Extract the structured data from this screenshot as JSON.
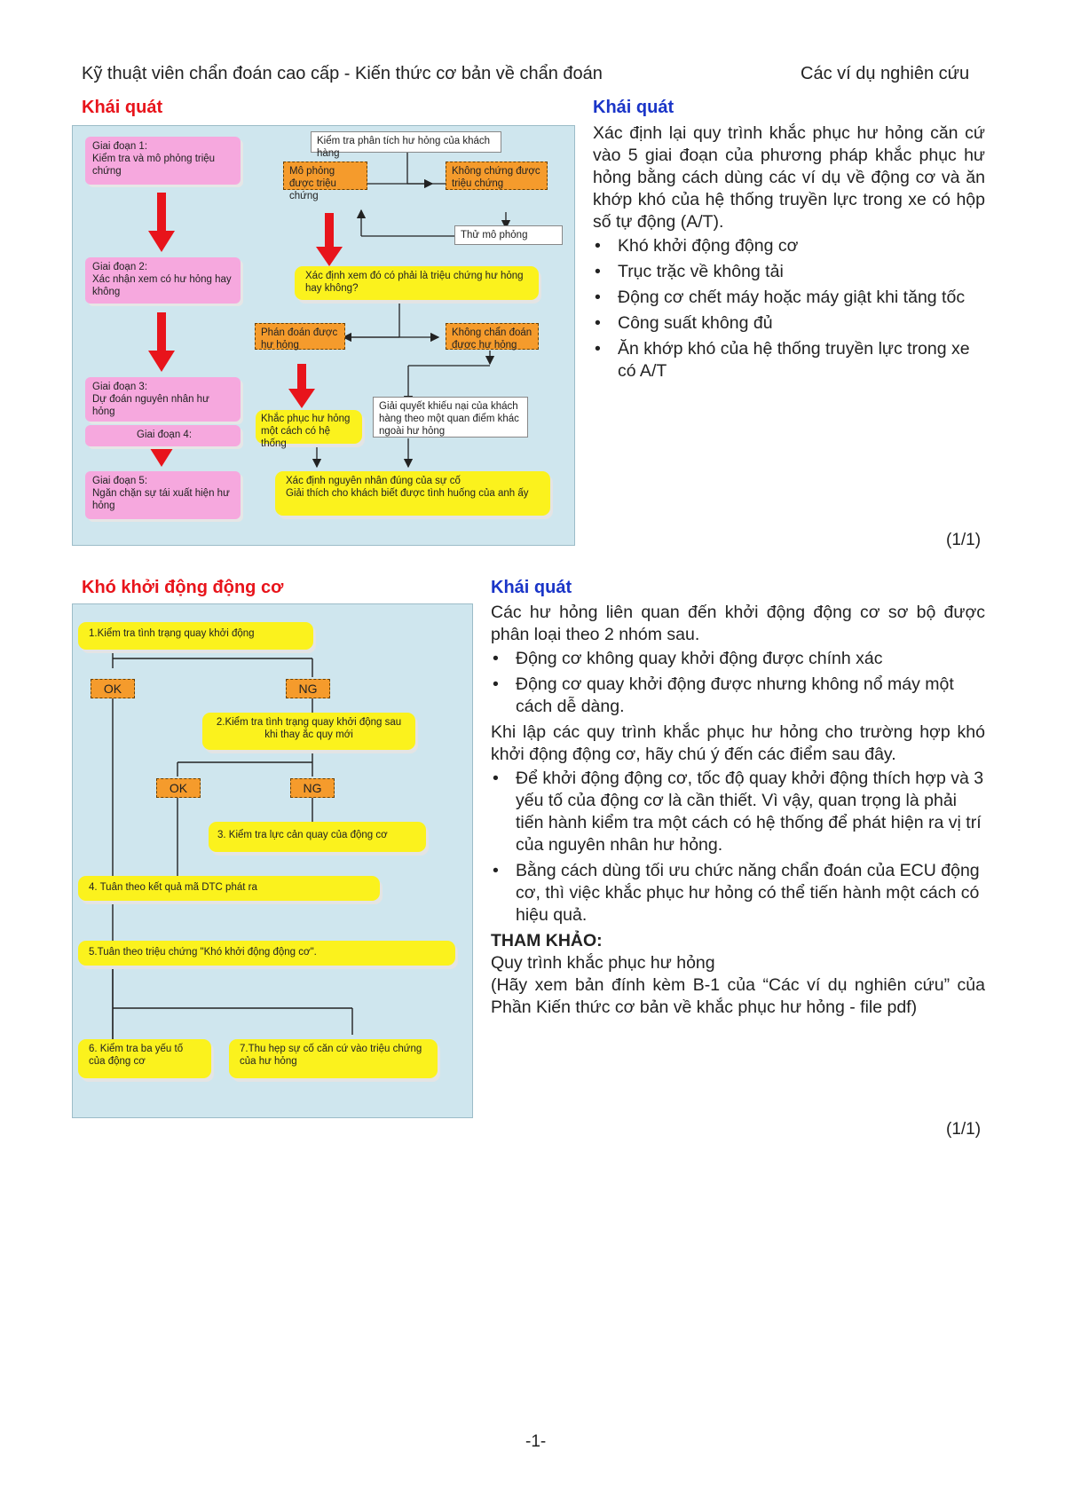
{
  "header": {
    "left": "Kỹ thuật viên chẩn đoán cao cấp -  Kiến thức cơ bản về chẩn đoán",
    "right": "Các ví dụ nghiên cứu"
  },
  "section1": {
    "left_title": "Khái quát",
    "right_title": "Khái quát",
    "intro": "Xác định lại quy trình khắc phục hư hỏng căn cứ vào 5 giai đoạn của phương pháp khắc phục hư hỏng bằng cách dùng các ví dụ về động cơ và ăn khớp khó của hệ thống truyền lực trong xe có hộp số tự động (A/T).",
    "bullets": [
      "Khó khởi động động cơ",
      "Trục trặc về không tải",
      "Động cơ chết máy hoặc máy giật khi tăng tốc",
      "Công suất không đủ",
      "Ăn khớp khó của hệ thống truyền lực trong xe có A/T"
    ],
    "page_note": "(1/1)",
    "diagram": {
      "stage1": "Giai đoạn 1:\nKiểm tra và mô phỏng triệu chứng",
      "stage2": "Giai đoạn 2:\nXác nhận xem có hư hỏng hay không",
      "stage3": "Giai đoạn 3:\nDự đoán nguyên nhân hư hỏng",
      "stage4": "Giai đoạn 4:",
      "stage5": "Giai đoạn 5:\nNgăn chặn sự tái xuất hiện hư hỏng",
      "check_complaint": "Kiểm tra phân tích hư hỏng của khách hàng",
      "simulated": "Mô phỏng được triệu chứng",
      "not_simulated": "Không chứng được triệu chứng",
      "try_simulate": "Thử mô phỏng",
      "confirm_symptom": "Xác định xem đó có phải là triệu chứng hư hỏng hay không?",
      "diagnosed": "Phán đoán được hư hỏng",
      "not_diagnosed": "Không chẩn đoán được hư hỏng",
      "repair_system": "Khắc phục hư hỏng một cách có hệ thống",
      "resolve_complaint": "Giải quyết khiếu nại của khách hàng theo một quan điểm khác ngoài hư hỏng",
      "root_cause": "Xác định nguyên nhân đúng của sự cố\nGiải thích cho khách biết được tình huống của anh ấy"
    }
  },
  "section2": {
    "left_title": "Khó khởi động động cơ",
    "right_title": "Khái quát",
    "intro1": "Các hư hỏng liên quan đến khởi động động cơ sơ bộ được phân loại theo 2 nhóm sau.",
    "bullets1": [
      "Động cơ không quay khởi động được chính xác",
      "Động cơ quay khởi động được nhưng không nổ máy một cách dễ dàng."
    ],
    "intro2": "Khi lập các quy trình khắc phục hư hỏng cho trường hợp khó khởi động động cơ, hãy chú ý đến các điểm sau đây.",
    "bullets2": [
      "Để khởi động động cơ, tốc độ quay khởi động thích hợp và 3 yếu tố của động cơ là cần thiết. Vì vậy, quan trọng là phải tiến hành kiểm tra một cách có hệ thống để phát hiện ra vị trí của nguyên nhân hư hỏng.",
      "Bằng cách dùng tối ưu chức năng chẩn đoán của ECU động cơ, thì việc khắc phục hư hỏng có thể tiến hành một cách có hiệu quả."
    ],
    "ref_title": "THAM KHẢO:",
    "ref_line1": "Quy trình khắc phục hư hỏng",
    "ref_line2": "(Hãy xem bản đính kèm B-1 của “Các ví dụ nghiên cứu” của Phần Kiến thức cơ bản về khắc phục hư hỏng - file pdf)",
    "page_note": "(1/1)",
    "diagram": {
      "step1": "1.Kiểm tra tình trạng quay khởi động",
      "ok": "OK",
      "ng": "NG",
      "step2": "2.Kiểm tra tình trạng quay khởi động sau khi thay ắc quy mới",
      "step3": "3. Kiểm tra lực cản quay của động cơ",
      "step4": "4. Tuân theo kết quả mã DTC phát ra",
      "step5": "5.Tuân theo triệu chứng \"Khó khởi động động cơ\".",
      "step6": "6. Kiểm tra ba yếu tố của động cơ",
      "step7": "7.Thu hẹp sự cố căn cứ vào triệu chứng của hư hỏng"
    }
  },
  "footer": {
    "page_number": "-1-"
  }
}
